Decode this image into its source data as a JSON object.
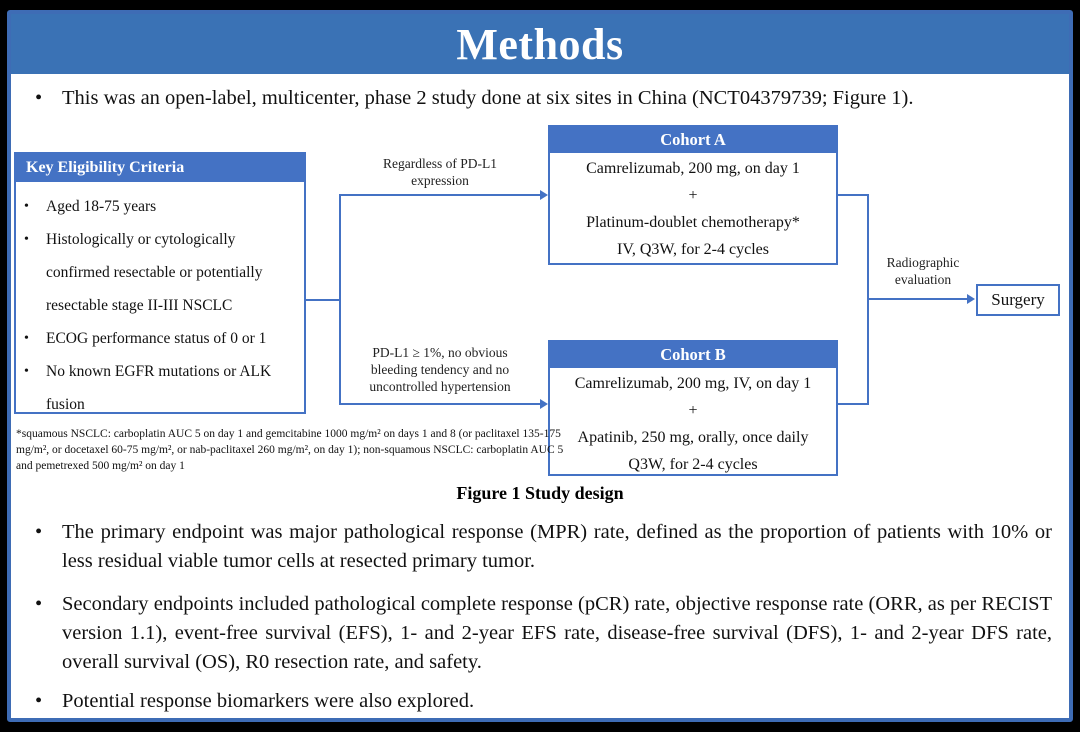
{
  "slide": {
    "title": "Methods",
    "intro_bullet": "This was an open-label, multicenter, phase 2 study done at six sites in China (NCT04379739; Figure 1).",
    "bullets": [
      "The primary endpoint was major pathological response (MPR) rate, defined as the proportion of patients with 10% or less residual viable tumor cells at resected primary tumor.",
      "Secondary endpoints included pathological complete response (pCR) rate, objective response rate (ORR, as per RECIST version 1.1), event-free survival (EFS), 1- and 2-year EFS rate, disease-free survival (DFS), 1- and 2-year DFS rate, overall survival (OS), R0 resection rate, and safety.",
      "Potential response biomarkers were also explored."
    ]
  },
  "figure": {
    "eligibility": {
      "header": "Key  Eligibility Criteria",
      "items": [
        "Aged 18-75 years",
        "Histologically or cytologically confirmed resectable or potentially resectable stage II-III NSCLC",
        "ECOG performance status of 0 or 1",
        "No known EGFR mutations or ALK fusion"
      ]
    },
    "branch_labels": {
      "top": "Regardless of PD-L1 expression",
      "bottom": "PD-L1 ≥ 1%, no obvious bleeding tendency and no uncontrolled hypertension"
    },
    "cohort_a": {
      "header": "Cohort A",
      "lines": [
        "Camrelizumab, 200 mg, on day 1",
        "+",
        "Platinum-doublet chemotherapy*",
        "IV, Q3W, for 2-4 cycles"
      ]
    },
    "cohort_b": {
      "header": "Cohort B",
      "lines": [
        "Camrelizumab, 200 mg, IV, on day 1",
        "+",
        "Apatinib, 250 mg, orally, once daily",
        "Q3W, for 2-4 cycles"
      ]
    },
    "evaluation_label": "Radiographic evaluation",
    "surgery": "Surgery",
    "footnote": "*squamous NSCLC: carboplatin AUC 5 on day 1 and gemcitabine 1000 mg/m² on days 1 and 8 (or paclitaxel 135-175 mg/m², or docetaxel 60-75 mg/m², or nab-paclitaxel 260 mg/m², on day 1); non-squamous NSCLC: carboplatin AUC 5 and pemetrexed 500 mg/m² on day 1",
    "caption": "Figure 1 Study design"
  },
  "colors": {
    "title_bar": "#3A72B5",
    "slide_border": "#3E6CB5",
    "box_header": "#4472C4",
    "box_border": "#4472C4",
    "connector": "#4472C4",
    "title_text": "#FFFFFF",
    "body_text": "#111111"
  }
}
